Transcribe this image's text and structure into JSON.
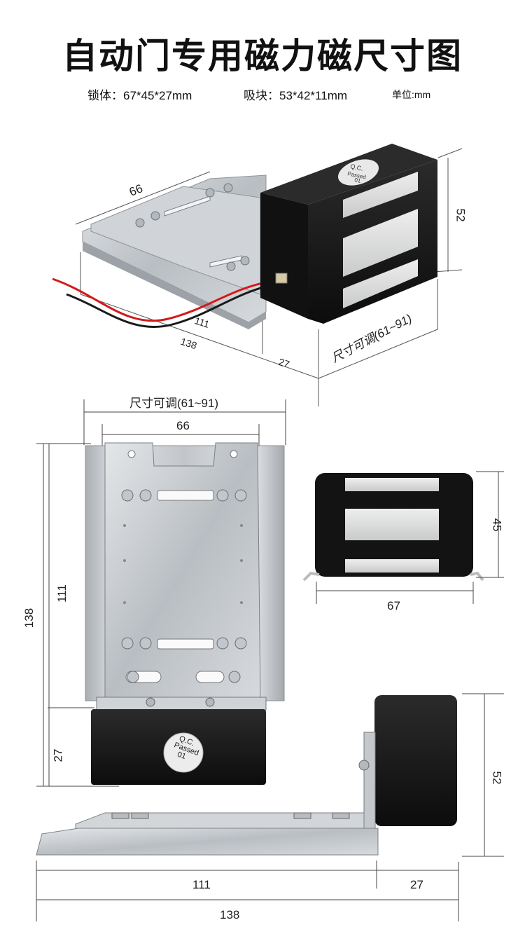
{
  "title": "自动门专用磁力磁尺寸图",
  "specs": {
    "lock_body": "锁体：67*45*27mm",
    "armature": "吸块：53*42*11mm",
    "unit": "单位:mm"
  },
  "perspective_view": {
    "dim_width": "66",
    "dim_height": "52",
    "dim_111": "111",
    "dim_138": "138",
    "dim_27": "27",
    "dim_adjustable": "尺寸可调(61~91)",
    "qc_label": "Q.C.\nPassed\n01"
  },
  "front_view": {
    "dim_adjustable": "尺寸可调(61~91)",
    "dim_66": "66",
    "dim_138": "138",
    "dim_111": "111",
    "dim_27": "27",
    "qc_line1": "Q.C.",
    "qc_line2": "Passed",
    "qc_line3": "01"
  },
  "end_view": {
    "dim_45": "45",
    "dim_67": "67"
  },
  "side_view": {
    "dim_52": "52",
    "dim_111": "111",
    "dim_27": "27",
    "dim_138": "138"
  },
  "colors": {
    "magnet_body": "#141414",
    "steel_plate": "#c8ccd0",
    "stripe": "#d9dadb",
    "wire_red": "#d21a1a",
    "wire_black": "#1a1a1a"
  }
}
